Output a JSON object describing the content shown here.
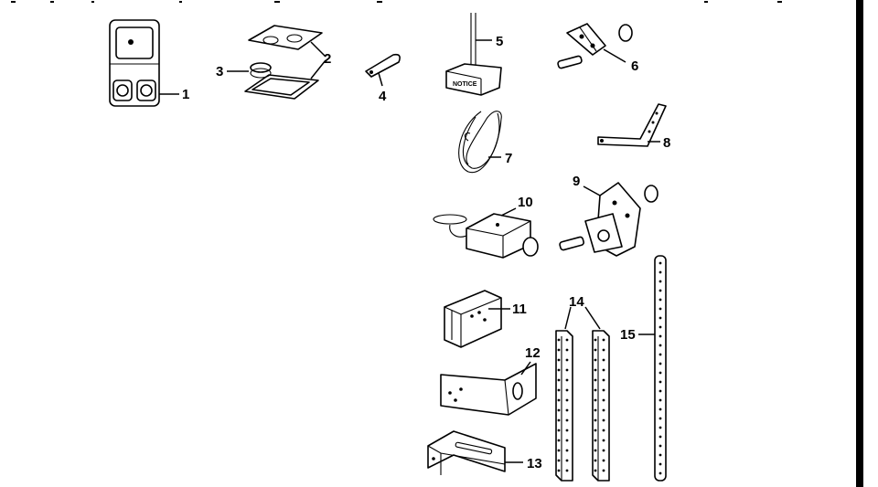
{
  "part_numbers": [
    "1",
    "2",
    "3",
    "4",
    "5",
    "6",
    "7",
    "8",
    "9",
    "10",
    "11",
    "12",
    "13",
    "14",
    "15"
  ],
  "notice_text": "NOTICE"
}
